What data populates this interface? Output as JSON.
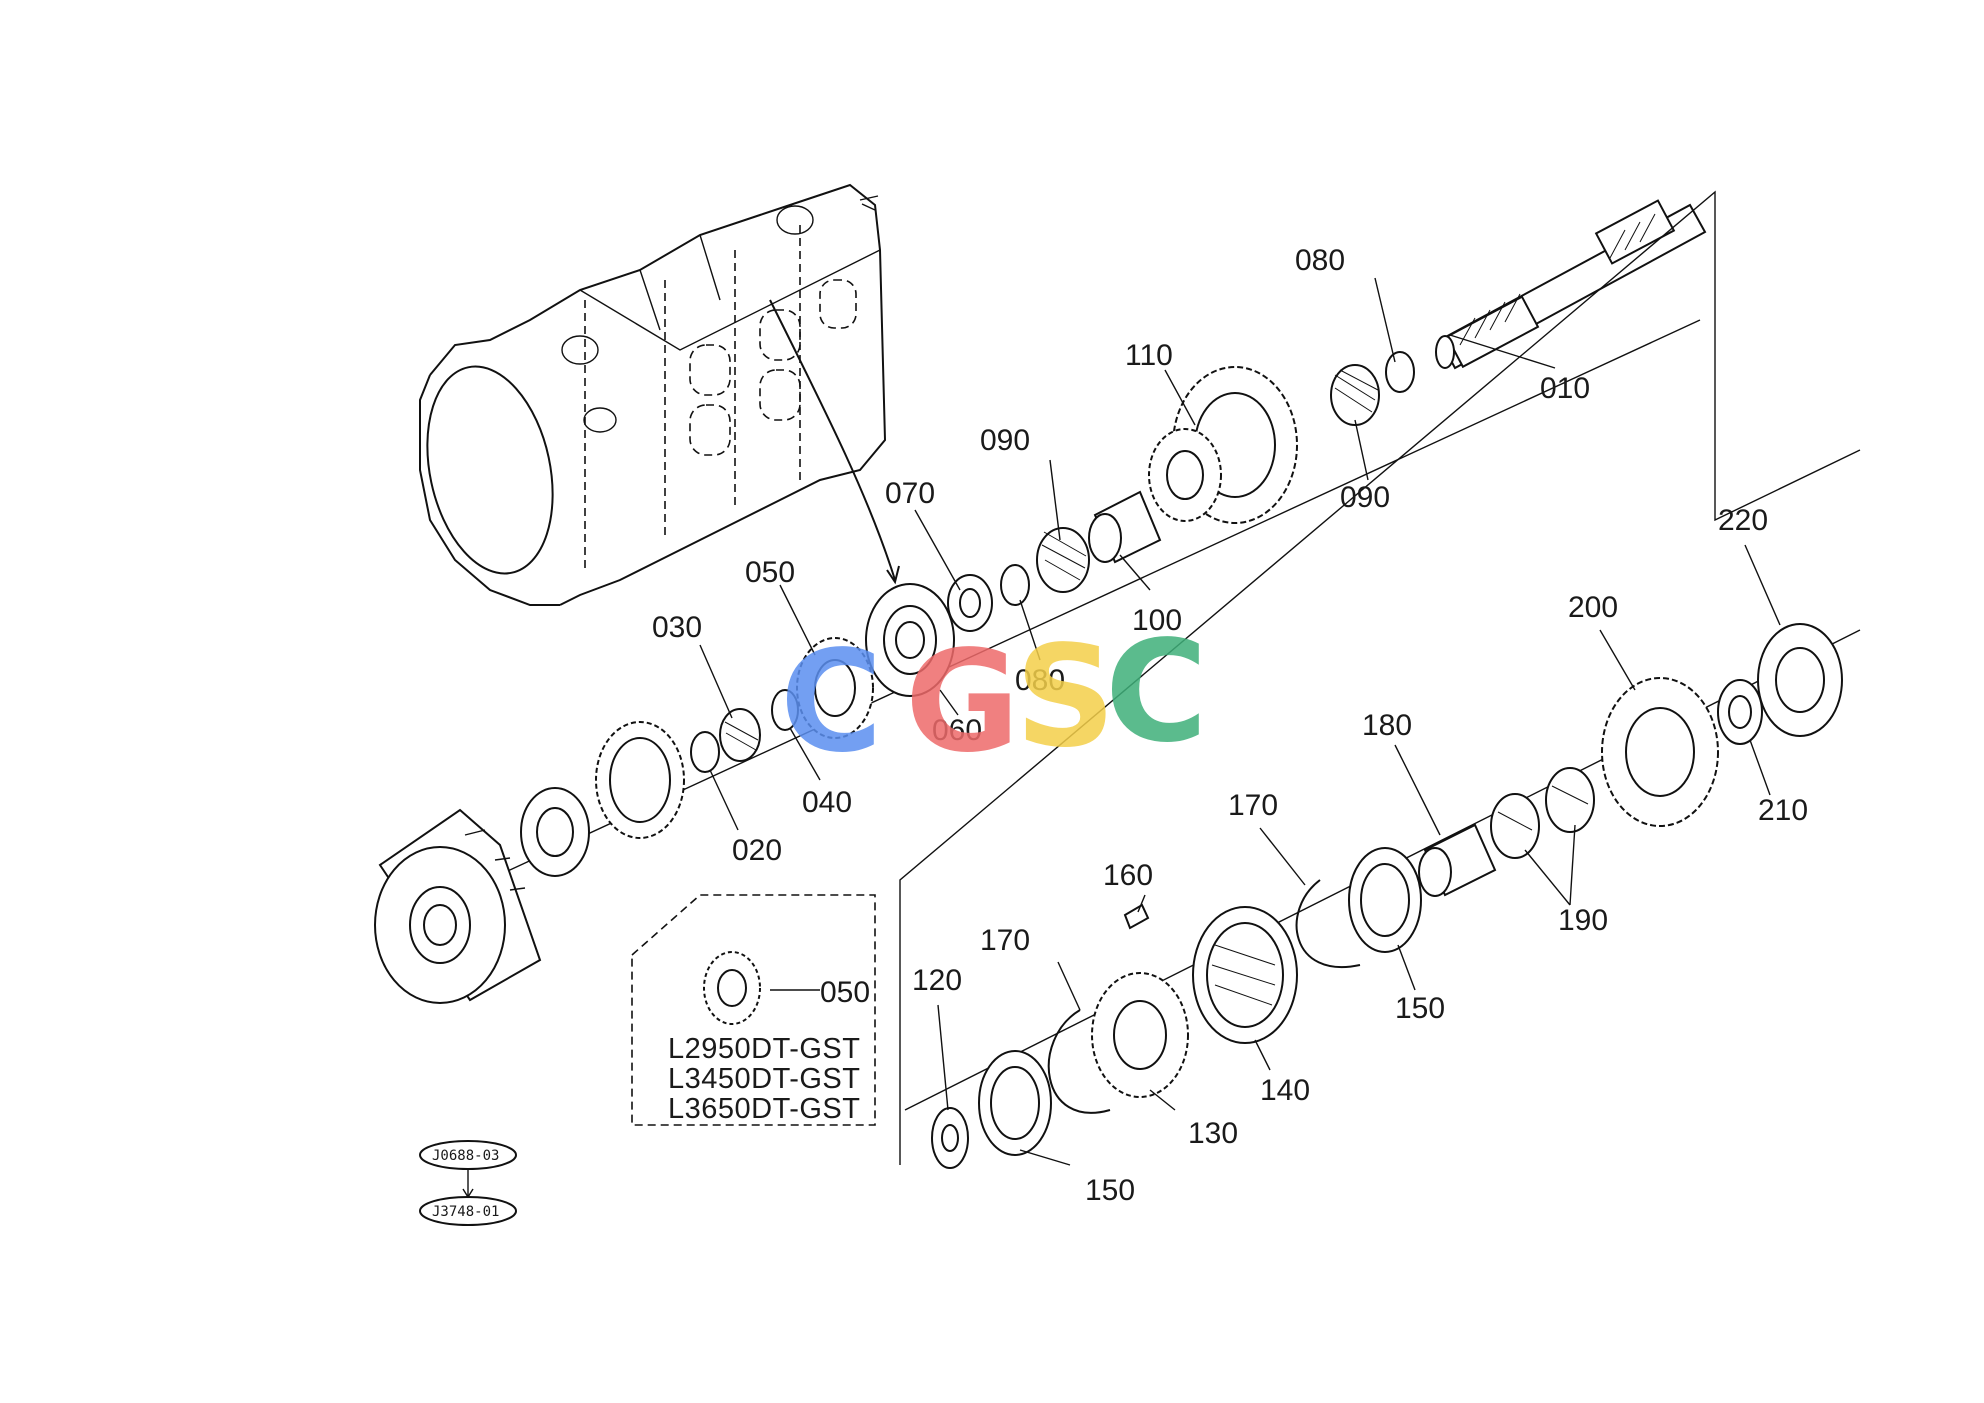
{
  "labels": {
    "p010": "010",
    "p020": "020",
    "p030": "030",
    "p040": "040",
    "p050": "050",
    "p050_inset": "050",
    "p060": "060",
    "p070": "070",
    "p080_top": "080",
    "p080_mid": "080",
    "p090_left": "090",
    "p090_right": "090",
    "p100": "100",
    "p110": "110",
    "p120": "120",
    "p130": "130",
    "p140": "140",
    "p150_lower": "150",
    "p150_upper": "150",
    "p160": "160",
    "p170_lower": "170",
    "p170_upper": "170",
    "p180": "180",
    "p190": "190",
    "p200": "200",
    "p210": "210",
    "p220": "220"
  },
  "inset_models": [
    "L2950DT-GST",
    "L3450DT-GST",
    "L3650DT-GST"
  ],
  "references": {
    "ref_top": "J0688-03",
    "ref_bottom": "J3748-01"
  },
  "watermark": {
    "letters": [
      "C",
      "G",
      "S",
      "C"
    ],
    "colors": [
      "#5b8ff0",
      "#ee6a6a",
      "#f4cf4a",
      "#3fb07a"
    ]
  }
}
